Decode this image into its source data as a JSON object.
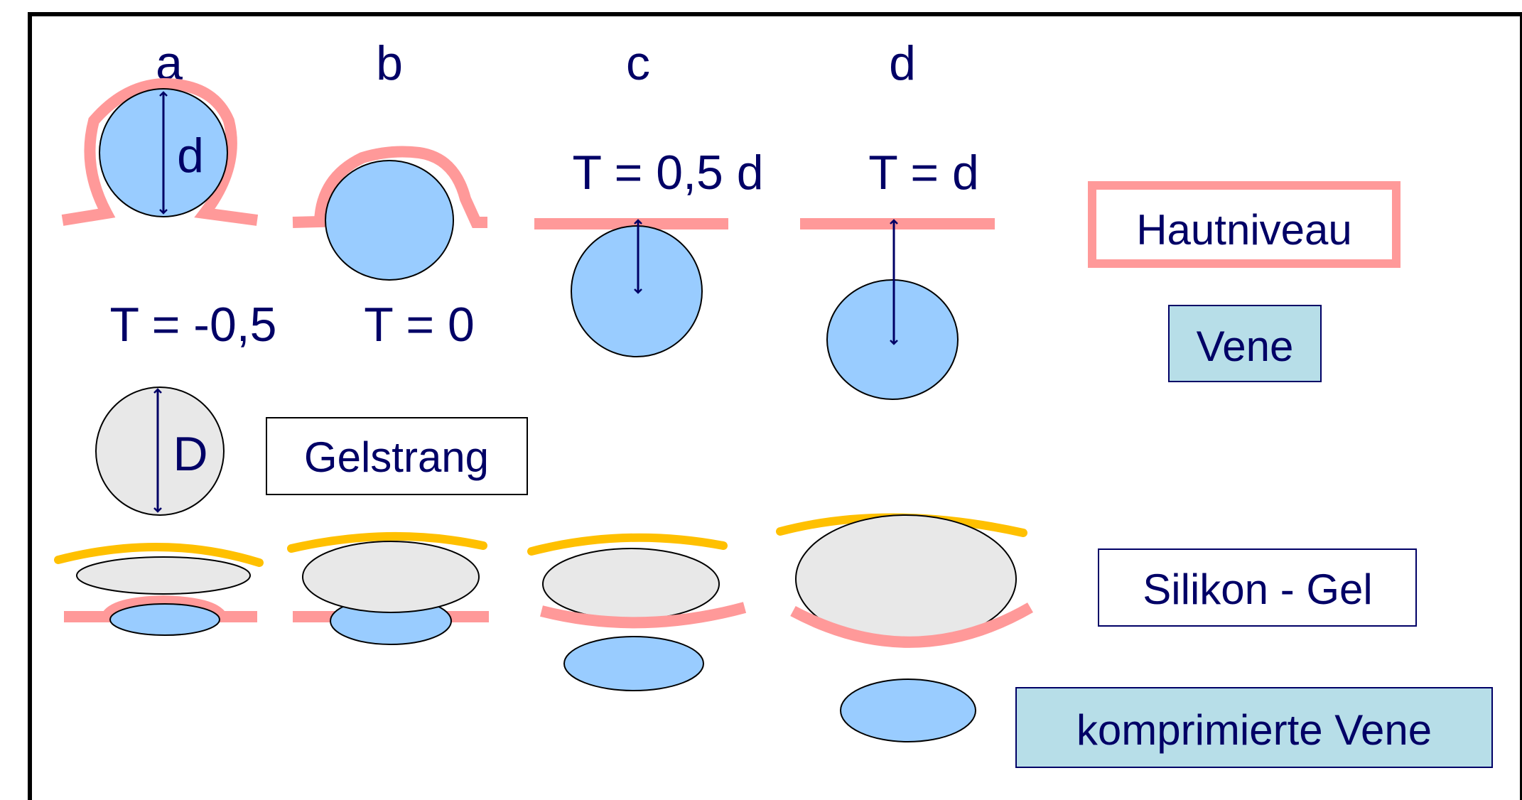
{
  "columns": [
    "a",
    "b",
    "c",
    "d"
  ],
  "arrows": {
    "small_d": "d",
    "big_D": "D"
  },
  "depth_labels": {
    "a": "T = -0,5",
    "b": "T = 0",
    "c": "T = 0,5 d",
    "d": "T = d"
  },
  "legend": {
    "skin_level": "Hautniveau",
    "vein": "Vene",
    "gel_strand": "Gelstrang",
    "silicone_gel": "Silikon - Gel",
    "compressed_vein": "komprimierte Vene"
  },
  "colors": {
    "text": "#000066",
    "skin": "#FF9999",
    "vein": "#99CCFF",
    "gel": "#E8E8E8",
    "silicone": "#FFC000",
    "legend_fill": "#B7DEE8",
    "frame": "#000000"
  }
}
